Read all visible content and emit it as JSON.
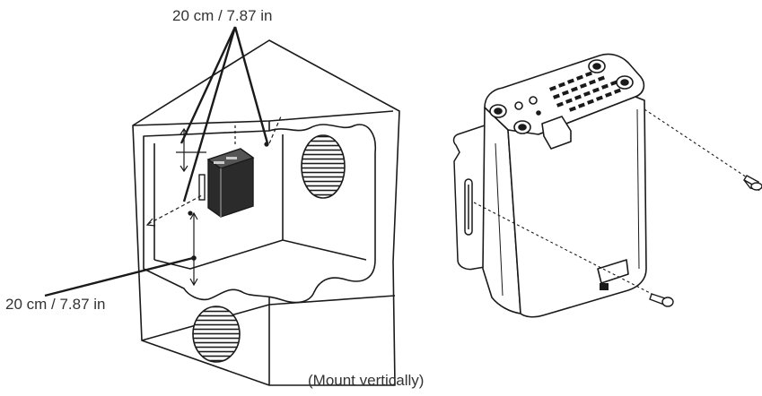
{
  "labels": {
    "top_clearance": "20 cm / 7.87 in",
    "bottom_clearance": "20 cm / 7.87 in",
    "caption": "(Mount vertically)"
  },
  "colors": {
    "line": "#1a1a1a",
    "fill": "#ffffff",
    "device_body": "#2b2b2b"
  }
}
